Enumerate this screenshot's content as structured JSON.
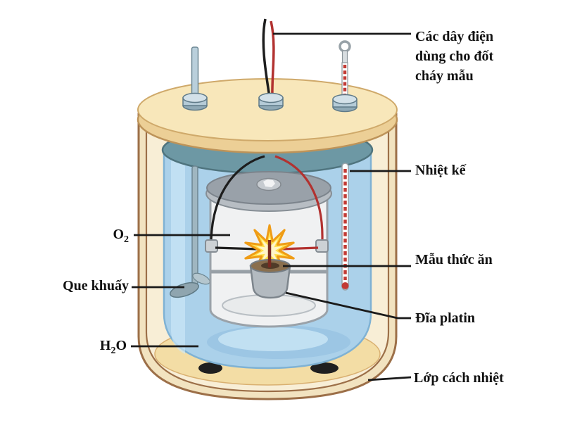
{
  "diagram": {
    "name": "bomb-calorimeter-diagram",
    "labels": {
      "ignition_wires": {
        "line1": "Các dây điện",
        "line2": "dùng cho đốt",
        "line3": "cháy mẫu"
      },
      "thermometer": "Nhiệt kế",
      "oxygen": {
        "symbol": "O",
        "subscript": "2"
      },
      "food_sample": "Mẫu thức ăn",
      "stirrer": "Que khuấy",
      "platinum_dish": "Đĩa platin",
      "water": {
        "part1": "H",
        "subscript": "2",
        "part2": "O"
      },
      "insulation_layer": "Lớp cách nhiệt"
    },
    "colors": {
      "lid_cream": "#f8e7ba",
      "lid_edge": "#eccf96",
      "insulation_cream": "#f2e3c0",
      "insulation_inner": "#f8eed6",
      "outline_brown": "#9c6f48",
      "floor_cream": "#f3dda5",
      "water_blue": "#abd1ea",
      "water_light": "#c8e4f4",
      "collar_teal": "#6d98a4",
      "bomb_gray": "#99a1a9",
      "bomb_body": "#f0f1f2",
      "flame_yellow": "#ffdf4d",
      "flame_orange": "#ef9c16",
      "wire_red": "#b23230",
      "wire_black": "#1d1d1d",
      "thermometer_red": "#c23b35",
      "dish_gray": "#b3bac0",
      "sample_brown": "#8a6f4e",
      "label_text": "#111111",
      "leader_line": "#1a1a1a"
    }
  }
}
